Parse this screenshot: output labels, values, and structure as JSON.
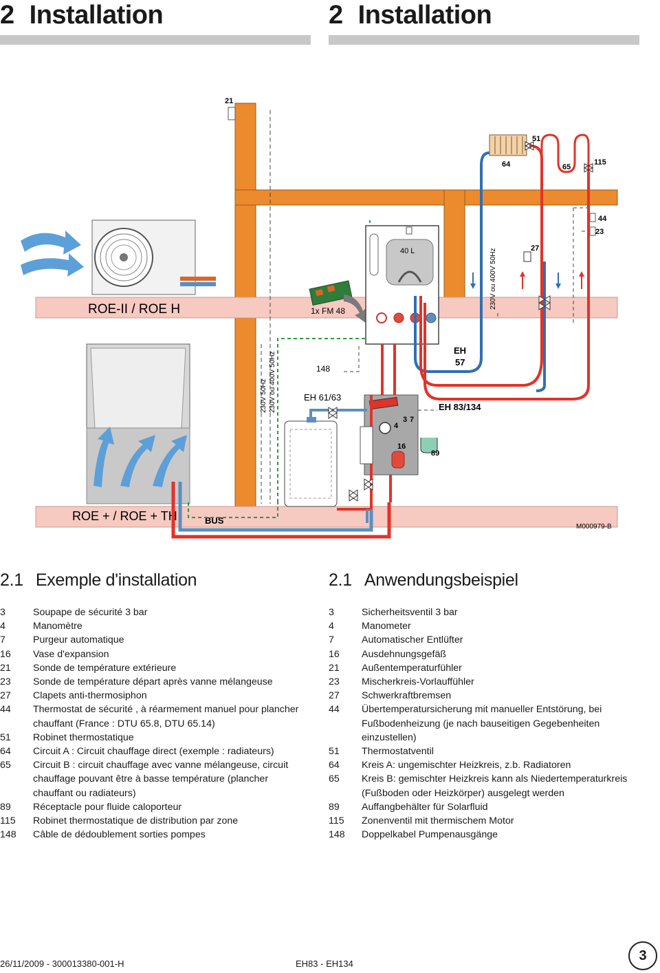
{
  "header": {
    "left": {
      "num": "2",
      "title": "Installation"
    },
    "right": {
      "num": "2",
      "title": "Installation"
    }
  },
  "diagram": {
    "labels": {
      "l21": "21",
      "l51": "51",
      "l64": "64",
      "l65": "65",
      "l115": "115",
      "l44": "44",
      "l23": "23",
      "l27": "27",
      "l148": "148",
      "l57": "57",
      "l3": "3",
      "l7": "7",
      "l4": "4",
      "l16": "16",
      "l89": "89",
      "tank": "40 L",
      "fm48": "1x FM 48",
      "roe_top": "ROE-II / ROE H",
      "roe_bottom": "ROE + / ROE + TH",
      "bus": "BUS",
      "eh": "EH",
      "eh6163": "EH 61/63",
      "eh83134": "EH 83/134",
      "v230": "230V 50Hz",
      "v230_400a": "230V ou 400V 50Hz",
      "v230_400b": "230V ou 400V 50Hz",
      "ref": "M000979-B"
    }
  },
  "section": {
    "left_num": "2.1",
    "left_title": "Exemple d'installation",
    "right_num": "2.1",
    "right_title": "Anwendungsbeispiel"
  },
  "legend_fr": [
    {
      "n": "3",
      "t": "Soupape de sécurité 3 bar"
    },
    {
      "n": "4",
      "t": "Manomètre"
    },
    {
      "n": "7",
      "t": "Purgeur automatique"
    },
    {
      "n": "16",
      "t": "Vase d'expansion"
    },
    {
      "n": "21",
      "t": "Sonde de température extérieure"
    },
    {
      "n": "23",
      "t": "Sonde de température départ après vanne mélangeuse"
    },
    {
      "n": "27",
      "t": "Clapets anti-thermosiphon"
    },
    {
      "n": "44",
      "t": "Thermostat de sécurité , à réarmement manuel pour plancher chauffant (France : DTU 65.8, DTU 65.14)"
    },
    {
      "n": "51",
      "t": "Robinet thermostatique"
    },
    {
      "n": "64",
      "t": "Circuit A : Circuit chauffage direct (exemple : radiateurs)"
    },
    {
      "n": "65",
      "t": "Circuit B : circuit chauffage avec vanne mélangeuse, circuit chauffage pouvant être à basse température (plancher chauffant ou radiateurs)"
    },
    {
      "n": "89",
      "t": "Réceptacle pour fluide caloporteur"
    },
    {
      "n": "115",
      "t": "Robinet thermostatique de distribution par zone"
    },
    {
      "n": "148",
      "t": "Câble de dédoublement sorties pompes"
    }
  ],
  "legend_de": [
    {
      "n": "3",
      "t": "Sicherheitsventil 3 bar"
    },
    {
      "n": "4",
      "t": "Manometer"
    },
    {
      "n": "7",
      "t": "Automatischer Entlüfter"
    },
    {
      "n": "16",
      "t": "Ausdehnungsgefäß"
    },
    {
      "n": "21",
      "t": "Außentemperaturfühler"
    },
    {
      "n": "23",
      "t": "Mischerkreis-Vorlauffühler"
    },
    {
      "n": "27",
      "t": "Schwerkraftbremsen"
    },
    {
      "n": "44",
      "t": "Übertemperatursicherung mit manueller Entstörung, bei Fußbodenheizung (je nach bauseitigen Gegebenheiten einzustellen)"
    },
    {
      "n": "51",
      "t": "Thermostatventil"
    },
    {
      "n": "64",
      "t": "Kreis A: ungemischter Heizkreis, z.b. Radiatoren"
    },
    {
      "n": "65",
      "t": "Kreis B: gemischter Heizkreis kann als Niedertemperaturkreis (Fußboden oder Heizkörper) ausgelegt werden"
    },
    {
      "n": "89",
      "t": "Auffangbehälter für Solarfluid"
    },
    {
      "n": "115",
      "t": "Zonenventil mit thermischem Motor"
    },
    {
      "n": "148",
      "t": "Doppelkabel Pumpenausgänge"
    }
  ],
  "footer": {
    "left": "26/11/2009 - 300013380-001-H",
    "center": "EH83 - EH134",
    "page": "3"
  }
}
